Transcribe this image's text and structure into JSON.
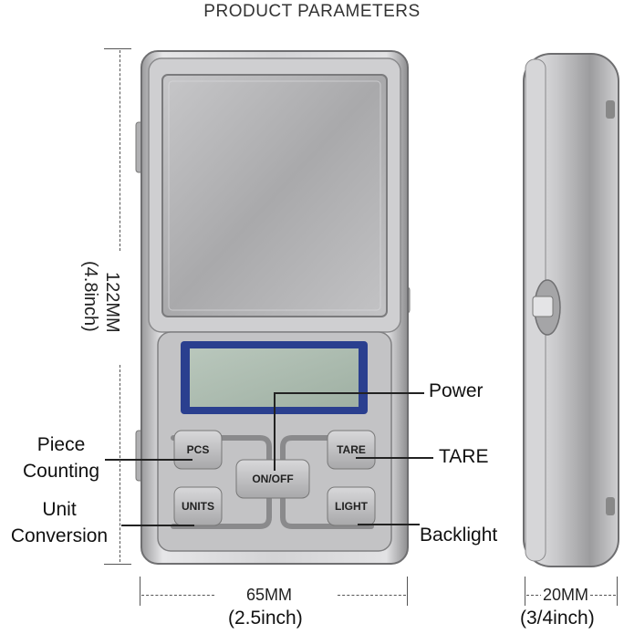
{
  "title": "PRODUCT PARAMETERS",
  "labels": {
    "power": "Power",
    "tare": "TARE",
    "piece_counting_line1": "Piece",
    "piece_counting_line2": "Counting",
    "unit_conversion_line1": "Unit",
    "unit_conversion_line2": "Conversion",
    "backlight": "Backlight"
  },
  "buttons": {
    "pcs": "PCS",
    "tare": "TARE",
    "on_off": "ON/OFF",
    "units": "UNITS",
    "light": "LIGHT"
  },
  "dimensions": {
    "height_mm": "122MM",
    "height_inch": "(4.8inch)",
    "width_mm": "65MM",
    "width_inch": "(2.5inch)",
    "depth_mm": "20MM",
    "depth_inch": "(3/4inch)"
  },
  "colors": {
    "lcd": "#a9b9ad",
    "lcd_frame": "#2a3f8f",
    "body": "#c9c9cb",
    "platform": "#b5b5b7"
  }
}
